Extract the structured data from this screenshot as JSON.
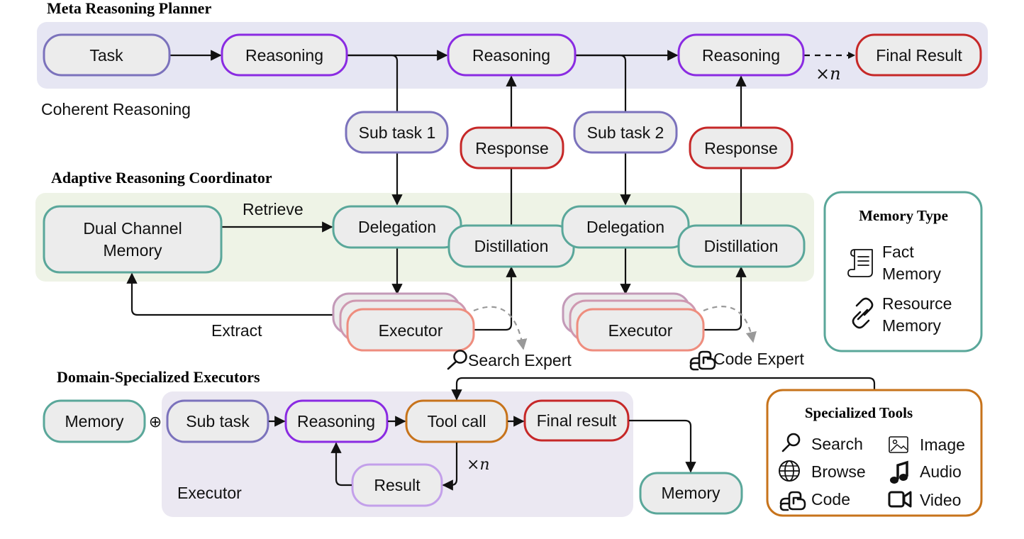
{
  "sections": {
    "planner": "Meta Reasoning Planner",
    "coordinator": "Adaptive Reasoning Coordinator",
    "executors": "Domain-Specialized Executors"
  },
  "planner": {
    "task": "Task",
    "reasoning": "Reasoning",
    "final_result": "Final Result",
    "repeat": "×n",
    "coherent": "Coherent Reasoning",
    "subtask1": "Sub task 1",
    "subtask2": "Sub task 2",
    "response": "Response"
  },
  "coordinator": {
    "memory_line1": "Dual Channel",
    "memory_line2": "Memory",
    "retrieve": "Retrieve",
    "extract": "Extract",
    "delegation": "Delegation",
    "distillation": "Distillation",
    "executor": "Executor",
    "search_expert": "Search Expert",
    "code_expert": "Code Expert"
  },
  "memory_type": {
    "title": "Memory Type",
    "fact_line1": "Fact",
    "fact_line2": "Memory",
    "resource_line1": "Resource",
    "resource_line2": "Memory"
  },
  "executor_flow": {
    "memory": "Memory",
    "oplus": "⊕",
    "subtask": "Sub task",
    "reasoning": "Reasoning",
    "tool_call": "Tool call",
    "final_result": "Final result",
    "result": "Result",
    "repeat": "×n",
    "executor_label": "Executor",
    "memory_out": "Memory"
  },
  "tools": {
    "title": "Specialized Tools",
    "items": [
      {
        "label": "Search",
        "icon": "search-icon"
      },
      {
        "label": "Image",
        "icon": "image-icon"
      },
      {
        "label": "Browse",
        "icon": "globe-icon"
      },
      {
        "label": "Audio",
        "icon": "music-note-icon"
      },
      {
        "label": "Code",
        "icon": "python-icon"
      },
      {
        "label": "Video",
        "icon": "video-camera-icon"
      }
    ]
  },
  "colors": {
    "lavender_bg": "#e6e6f3",
    "green_bg": "#eef3e6",
    "node_fill": "#ececec",
    "task_stroke": "#7b72bc",
    "reasoning_stroke": "#8a2be2",
    "red_stroke": "#c62828",
    "teal_stroke": "#5aa79a",
    "executor_stroke": "#ee8d7e",
    "orange_stroke": "#c7731b",
    "light_purple_stroke": "#c3a0ea"
  }
}
